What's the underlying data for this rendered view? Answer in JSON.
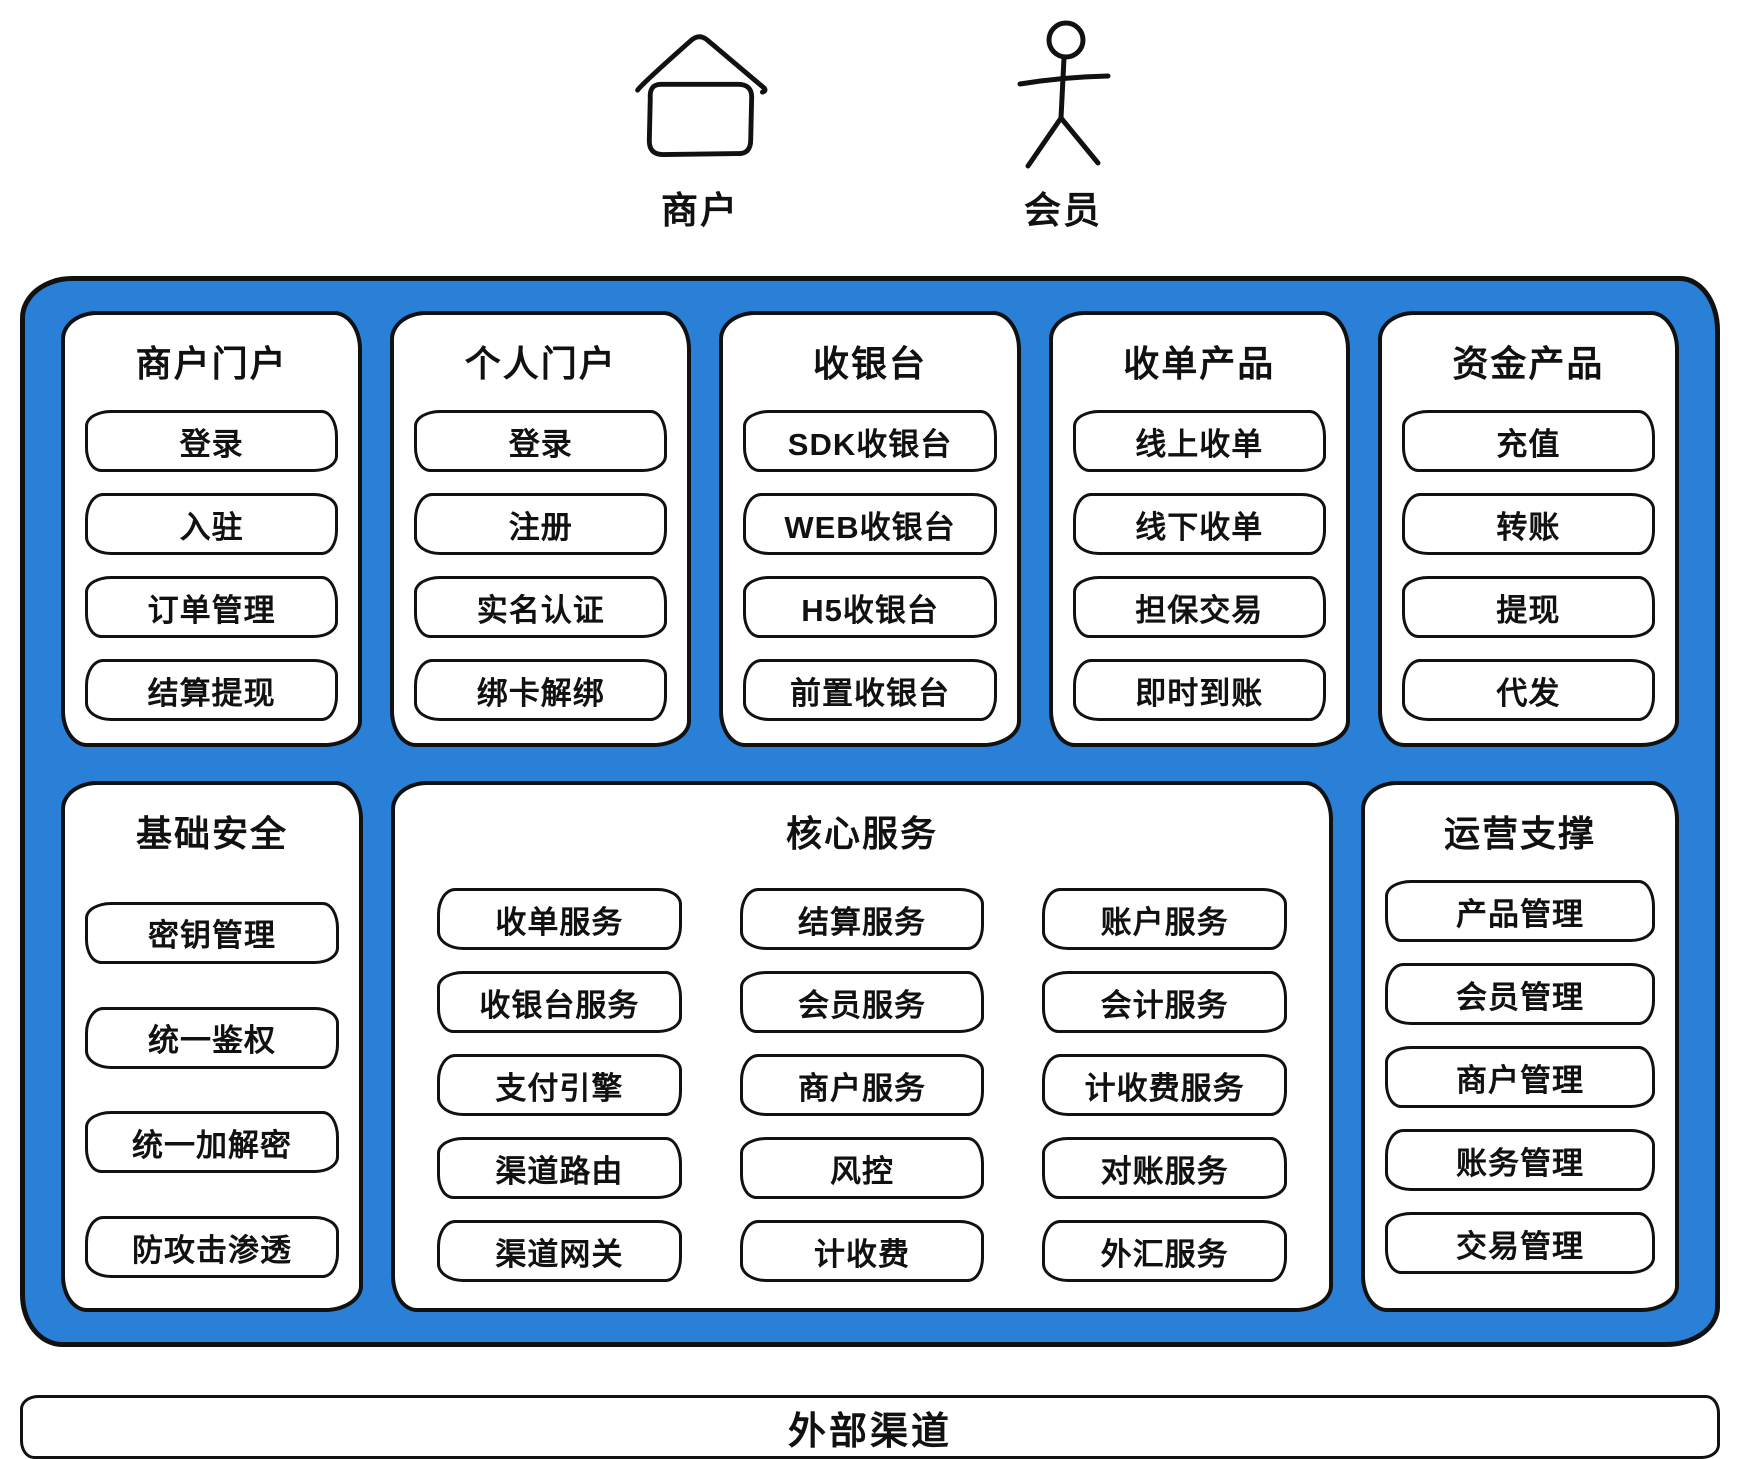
{
  "actors": [
    {
      "icon": "house-icon",
      "label": "商户"
    },
    {
      "icon": "person-icon",
      "label": "会员"
    }
  ],
  "top_panels": [
    {
      "title": "商户门户",
      "items": [
        "登录",
        "入驻",
        "订单管理",
        "结算提现"
      ]
    },
    {
      "title": "个人门户",
      "items": [
        "登录",
        "注册",
        "实名认证",
        "绑卡解绑"
      ]
    },
    {
      "title": "收银台",
      "items": [
        "SDK收银台",
        "WEB收银台",
        "H5收银台",
        "前置收银台"
      ]
    },
    {
      "title": "收单产品",
      "items": [
        "线上收单",
        "线下收单",
        "担保交易",
        "即时到账"
      ]
    },
    {
      "title": "资金产品",
      "items": [
        "充值",
        "转账",
        "提现",
        "代发"
      ]
    }
  ],
  "security_panel": {
    "title": "基础安全",
    "items": [
      "密钥管理",
      "统一鉴权",
      "统一加解密",
      "防攻击渗透"
    ]
  },
  "core_panel": {
    "title": "核心服务",
    "columns": [
      [
        "收单服务",
        "收银台服务",
        "支付引擎",
        "渠道路由",
        "渠道网关"
      ],
      [
        "结算服务",
        "会员服务",
        "商户服务",
        "风控",
        "计收费"
      ],
      [
        "账户服务",
        "会计服务",
        "计收费服务",
        "对账服务",
        "外汇服务"
      ]
    ]
  },
  "ops_panel": {
    "title": "运营支撑",
    "items": [
      "产品管理",
      "会员管理",
      "商户管理",
      "账务管理",
      "交易管理"
    ]
  },
  "bottom_bar": {
    "label": "外部渠道"
  },
  "colors": {
    "platform_blue": "#2a7fd6",
    "stroke": "#111111",
    "box_bg": "#ffffff"
  }
}
